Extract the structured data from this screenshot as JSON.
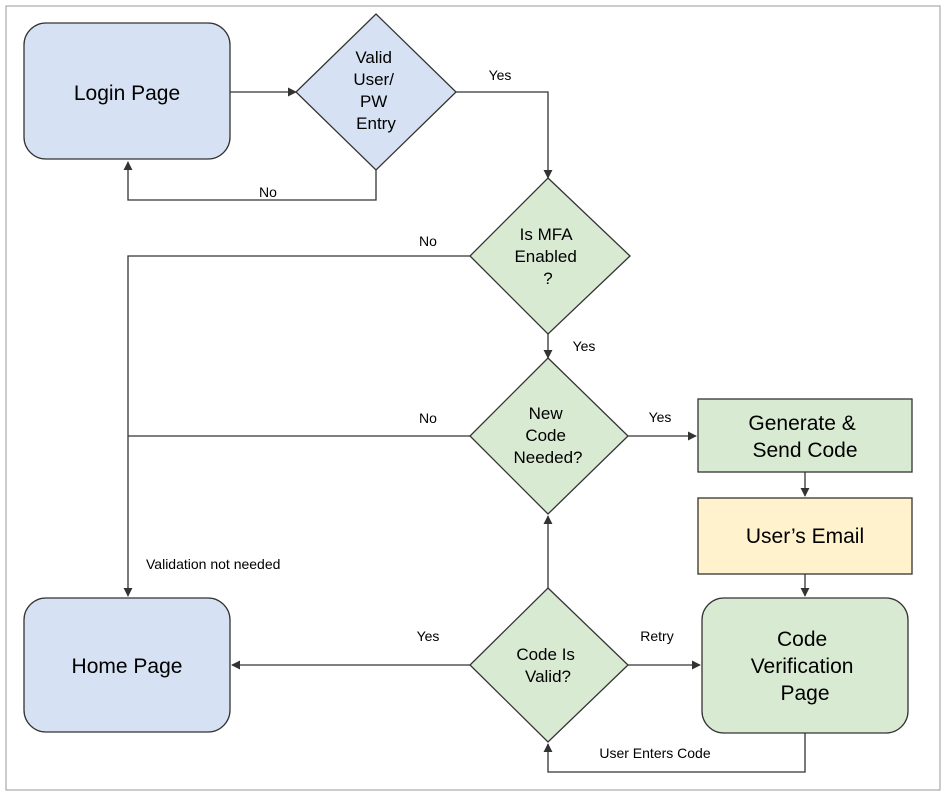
{
  "colors": {
    "blue_fill": "#d6e2f3",
    "green_fill": "#d9ead3",
    "yellow_fill": "#fff2cc",
    "stroke": "#333333",
    "frame": "#999999"
  },
  "nodes": {
    "login_page": "Login Page",
    "valid_entry": [
      "Valid",
      "User/",
      "PW",
      "Entry"
    ],
    "mfa_enabled": [
      "Is MFA",
      "Enabled",
      "?"
    ],
    "new_code": [
      "New",
      "Code",
      "Needed?"
    ],
    "generate_send": [
      "Generate &",
      "Send Code"
    ],
    "users_email": "User’s Email",
    "code_verification": [
      "Code",
      "Verification",
      "Page"
    ],
    "code_valid": [
      "Code Is",
      "Valid?"
    ],
    "home_page": "Home Page"
  },
  "edge_labels": {
    "valid_yes": "Yes",
    "valid_no": "No",
    "mfa_no": "No",
    "mfa_yes": "Yes",
    "newcode_no": "No",
    "newcode_yes": "Yes",
    "validation_not_needed": "Validation not needed",
    "codevalid_yes": "Yes",
    "codevalid_retry": "Retry",
    "user_enters_code": "User Enters Code"
  }
}
